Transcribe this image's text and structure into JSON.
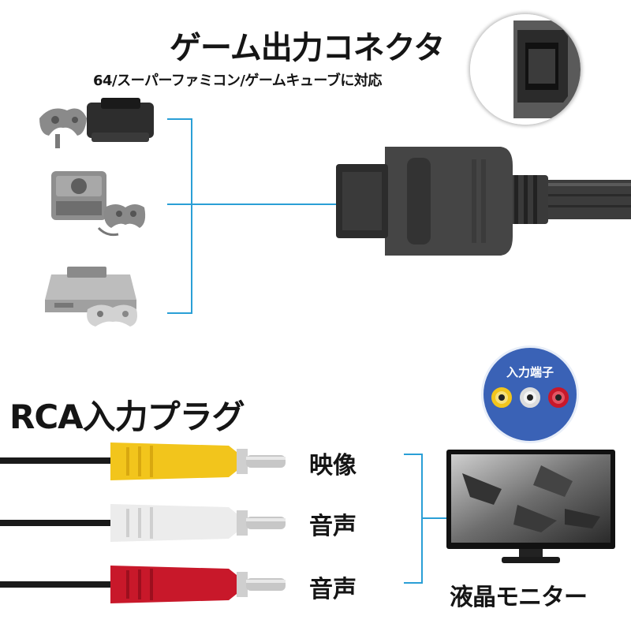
{
  "header": {
    "title": "ゲーム出力コネクタ",
    "subtitle": "64/スーパーファミコン/ゲームキューブに対応"
  },
  "rca": {
    "title": "RCA入力プラグ",
    "plugs": [
      {
        "label": "映像",
        "color": "#f2c51c"
      },
      {
        "label": "音声",
        "color": "#f2f2f2"
      },
      {
        "label": "音声",
        "color": "#c8182a"
      }
    ]
  },
  "badge": {
    "label": "入力端子",
    "jack_colors": [
      "#f2c51c",
      "#eeeeee",
      "#c8182a"
    ]
  },
  "monitor": {
    "label": "液晶モニター"
  },
  "colors": {
    "accent_line": "#2a9fd6",
    "badge_bg": "#3a62b6",
    "connector_gray": "#4a4a4a"
  }
}
